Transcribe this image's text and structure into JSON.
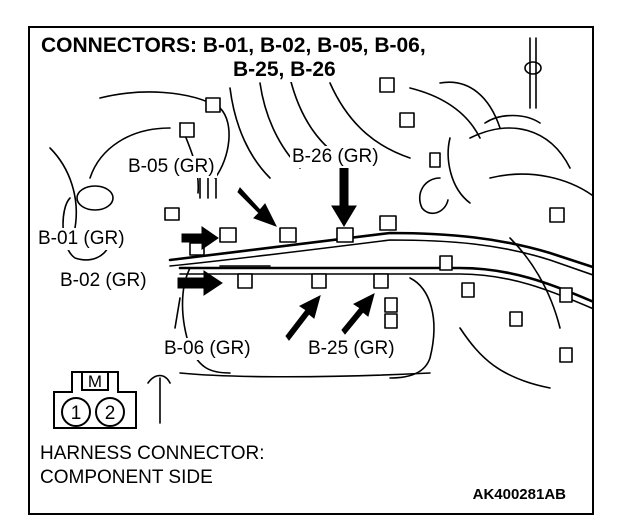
{
  "title": {
    "line1": "CONNECTORS: B-01, B-02, B-05, B-06,",
    "line2": "B-25, B-26"
  },
  "labels": {
    "b01": "B-01 (GR)",
    "b02": "B-02 (GR)",
    "b05": "B-05 (GR)",
    "b06": "B-06 (GR)",
    "b25": "B-25 (GR)",
    "b26": "B-26 (GR)"
  },
  "harness": {
    "pin_letter": "M",
    "pins": [
      "1",
      "2"
    ],
    "caption_line1": "HARNESS CONNECTOR:",
    "caption_line2": "COMPONENT SIDE"
  },
  "figure_code": "AK400281AB"
}
